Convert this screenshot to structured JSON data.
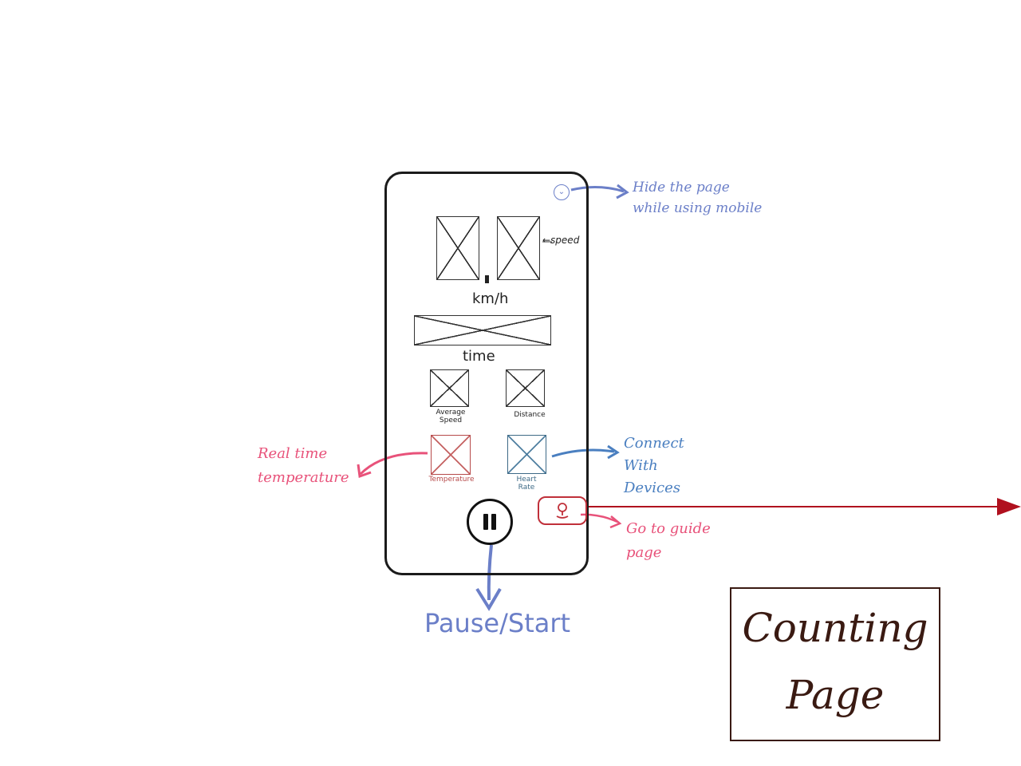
{
  "phone": {
    "speed_unit": "km/h",
    "time_label": "time",
    "average_speed_label": "Average Speed",
    "distance_label": "Distance",
    "temperature_label": "Temperature",
    "heart_rate_label": "Heart Rate",
    "speed_pointer_label": "←speed"
  },
  "annotations": {
    "hide_page_line1": "Hide the page",
    "hide_page_line2": "while using mobile",
    "connect_line1": "Connect",
    "connect_line2": "With",
    "connect_line3": "Devices",
    "temperature_line1": "Real time",
    "temperature_line2": "temperature",
    "guide_line1": "Go to guide",
    "guide_line2": "page",
    "pause_start": "Pause/Start"
  },
  "page_title": {
    "line1": "Counting",
    "line2": "Page"
  },
  "icons": {
    "hide": "chevron-down-icon",
    "guide": "location-pin-icon",
    "pause": "pause-icon"
  },
  "colors": {
    "annotation_blue": "#6b7fc8",
    "annotation_red": "#e8527a",
    "nav_arrow_red": "#b0101e",
    "title_brown": "#3a1a12"
  }
}
